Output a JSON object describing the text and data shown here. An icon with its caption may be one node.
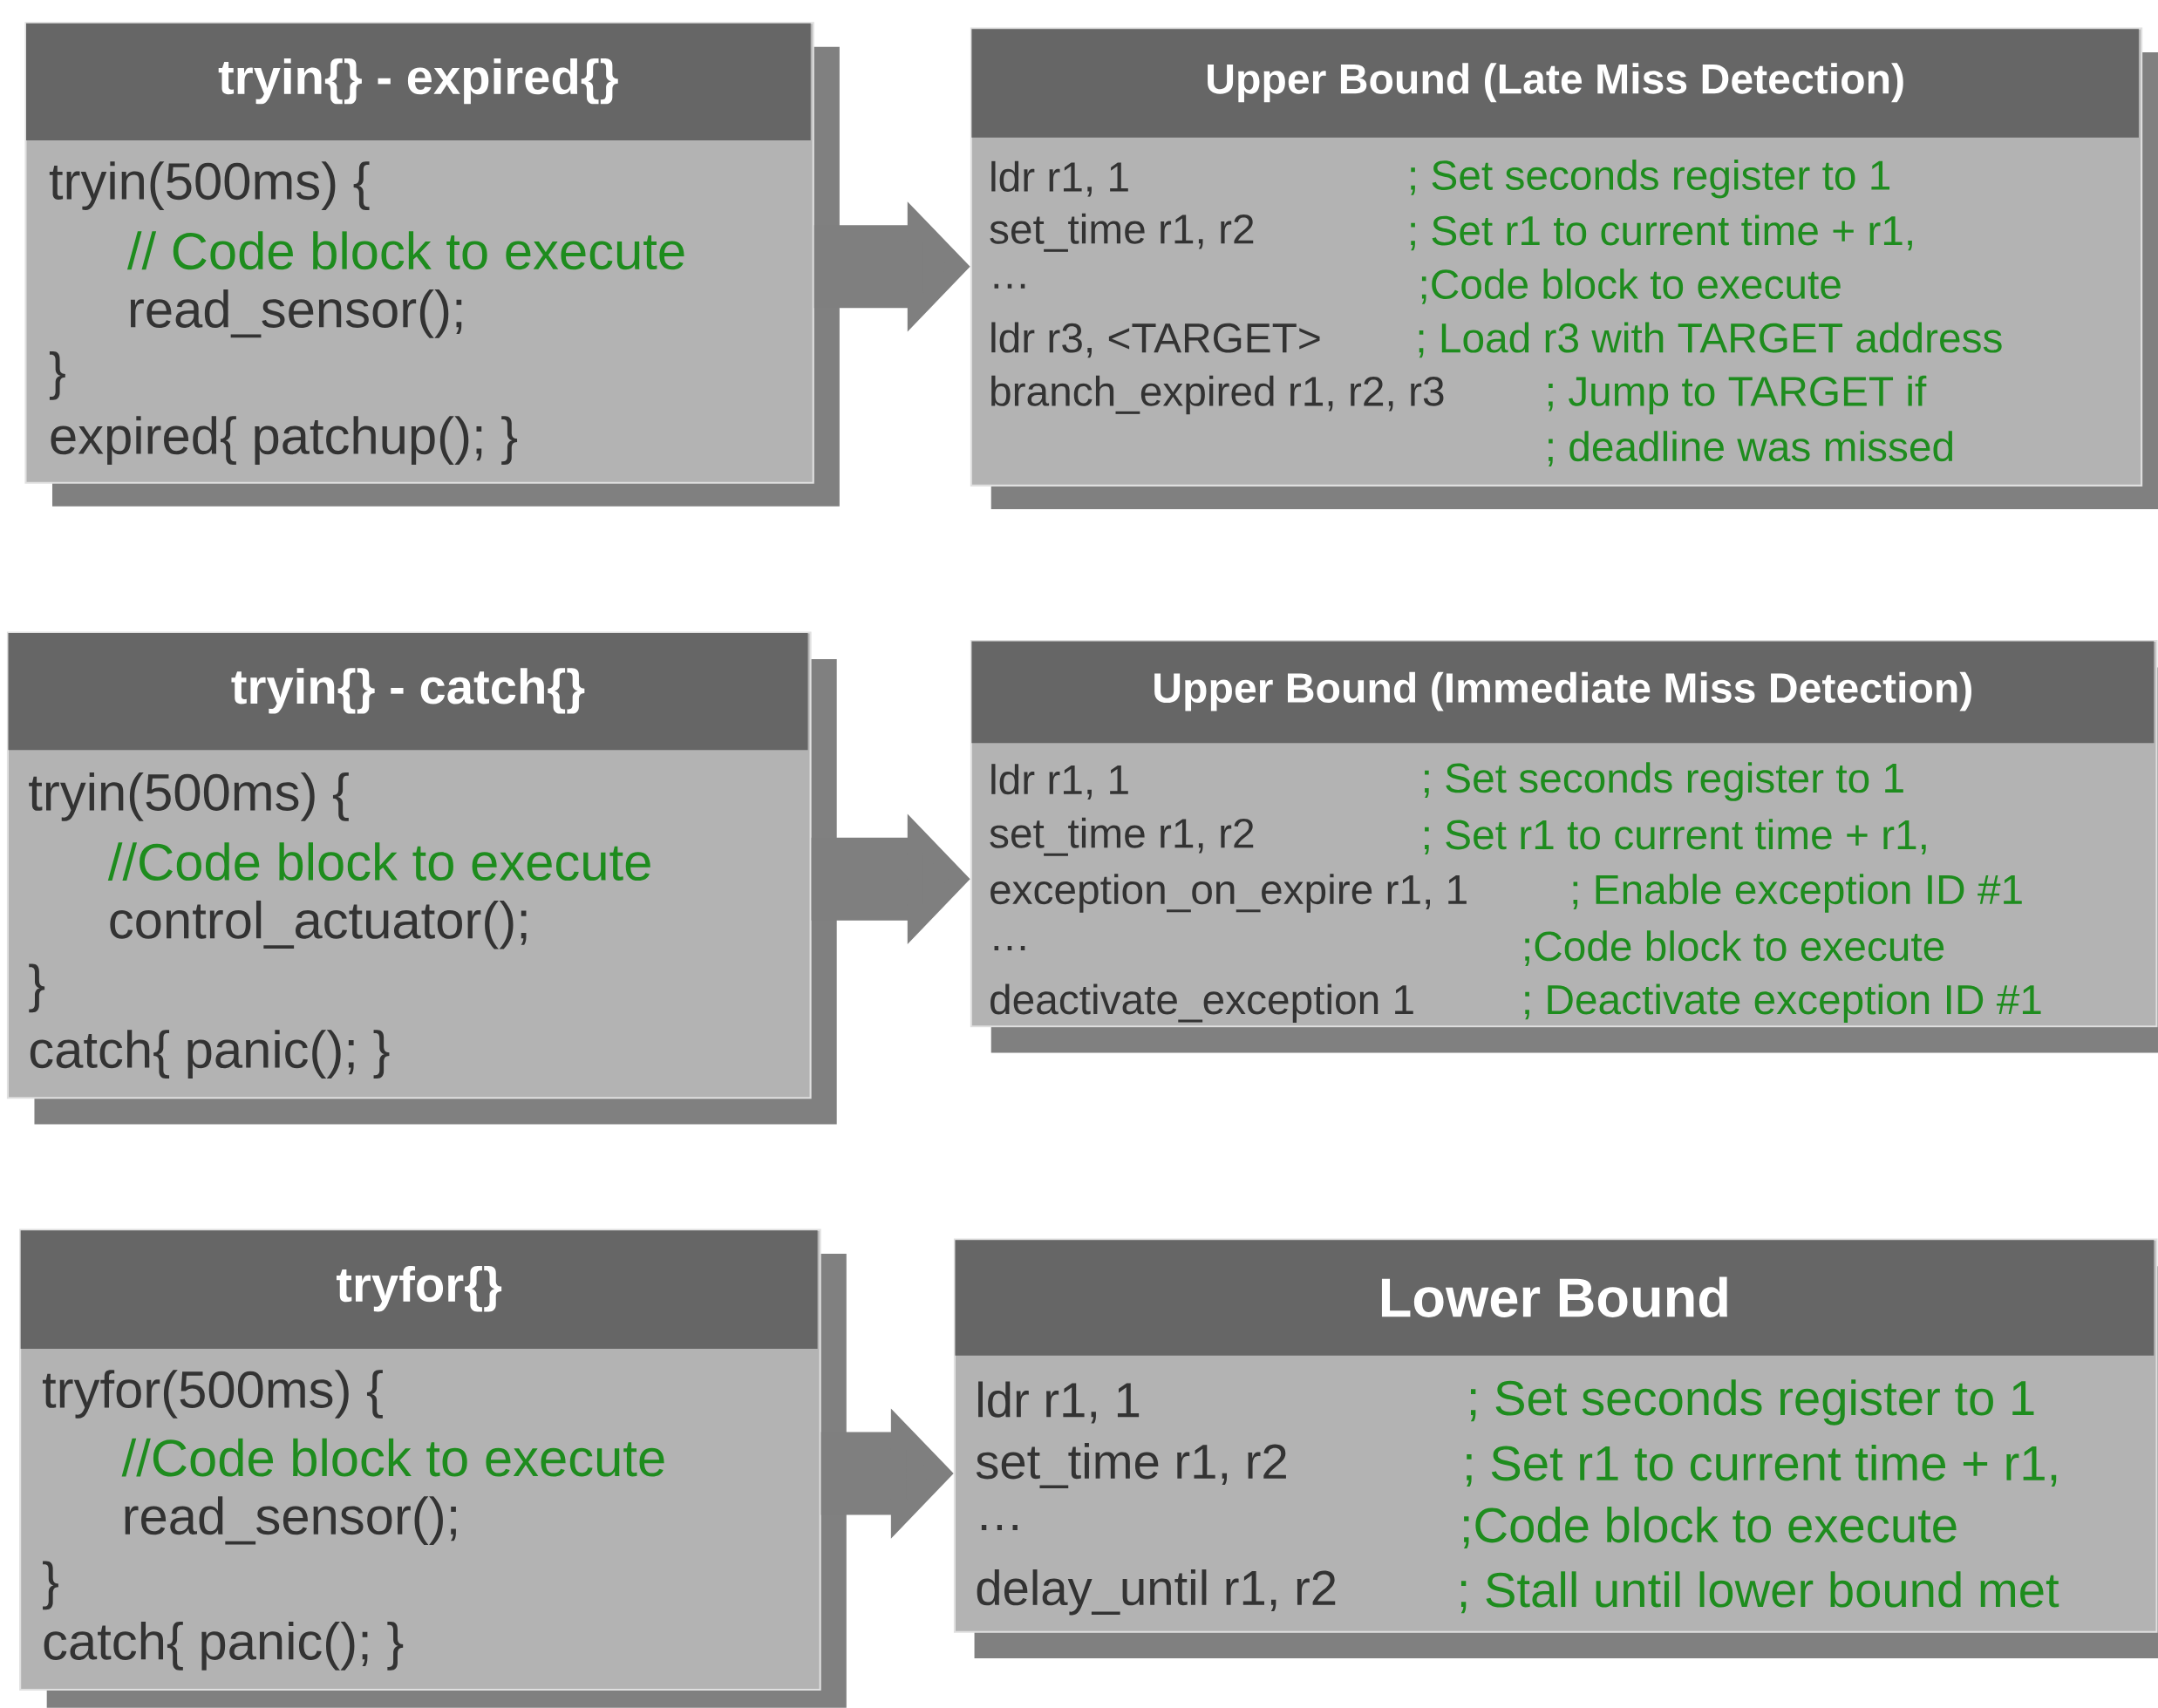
{
  "diagram": {
    "nodes": [
      {
        "text": [
          "tryin{} - expired{}",
          "tryin(500ms) {",
          "// Code block to execute",
          "read_sensor();",
          "}",
          "expired{ patchup(); }"
        ]
      },
      {
        "text": [
          "Upper Bound (Late Miss Detection)",
          "ldr r1, 1",
          "; Set seconds register to 1",
          "set_time r1, r2",
          "; Set r1 to current time + r1,",
          "…",
          ";Code block to execute",
          "ldr r3, <TARGET>",
          "; Load r3 with TARGET address",
          "branch_expired r1, r2, r3",
          "; Jump to TARGET if",
          "; deadline was missed"
        ]
      },
      {
        "text": [
          "tryin{} - catch{}",
          "tryin(500ms) {",
          "//Code block to execute",
          "control_actuator();",
          "}",
          "catch{ panic(); }"
        ]
      },
      {
        "text": [
          "Upper Bound (Immediate Miss Detection)",
          "ldr r1, 1",
          "; Set seconds register to 1",
          "set_time r1, r2",
          "; Set r1 to current time + r1,",
          "exception_on_expire r1, 1",
          "; Enable exception ID #1",
          "…",
          ";Code block to execute",
          "deactivate_exception 1",
          "; Deactivate exception ID #1"
        ]
      },
      {
        "text": [
          "tryfor{}",
          "tryfor(500ms) {",
          "//Code block to execute",
          "read_sensor();",
          "}",
          "catch{ panic(); }"
        ]
      },
      {
        "text": [
          "Lower Bound",
          "ldr r1, 1",
          "; Set seconds register to 1",
          "set_time r1, r2",
          "; Set r1 to current time + r1,",
          "…",
          ";Code block to execute",
          "delay_until r1, r2",
          "; Stall until lower bound met"
        ]
      }
    ],
    "edges": [
      {
        "from": 0,
        "to": 1,
        "arrow": "to"
      },
      {
        "from": 2,
        "to": 3,
        "arrow": "to"
      },
      {
        "from": 4,
        "to": 5,
        "arrow": "to"
      }
    ]
  }
}
